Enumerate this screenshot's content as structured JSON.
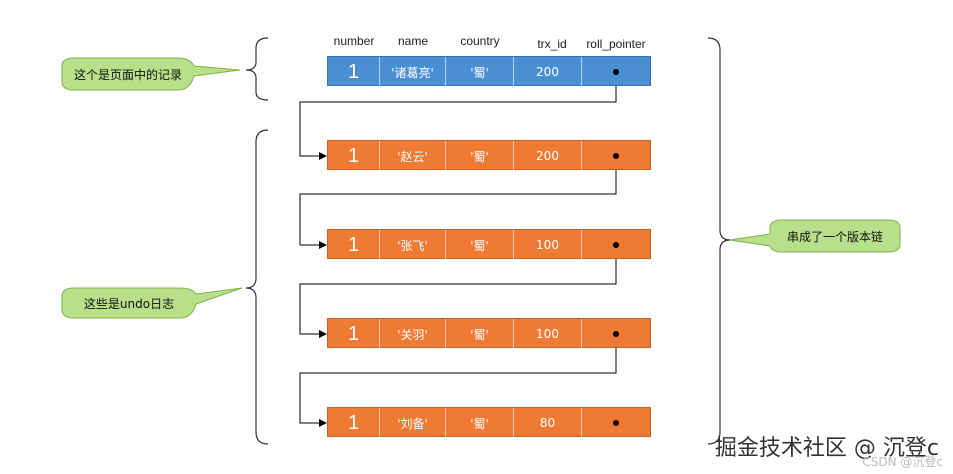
{
  "headers": {
    "number": "number",
    "name": "name",
    "country": "country",
    "trx_id": "trx_id",
    "roll_pointer": "roll_pointer"
  },
  "records": [
    {
      "number": "1",
      "name": "'诸葛亮'",
      "country": "'蜀'",
      "trx_id": "200",
      "color": "#4a8fd2"
    },
    {
      "number": "1",
      "name": "'赵云'",
      "country": "'蜀'",
      "trx_id": "200",
      "color": "#ee7a34"
    },
    {
      "number": "1",
      "name": "'张飞'",
      "country": "'蜀'",
      "trx_id": "100",
      "color": "#ee7a34"
    },
    {
      "number": "1",
      "name": "'关羽'",
      "country": "'蜀'",
      "trx_id": "100",
      "color": "#ee7a34"
    },
    {
      "number": "1",
      "name": "'刘备'",
      "country": "'蜀'",
      "trx_id": "80",
      "color": "#ee7a34"
    }
  ],
  "callouts": {
    "page_record": "这个是页面中的记录",
    "undo_log": "这些是undo日志",
    "version_chain": "串成了一个版本链"
  },
  "colors": {
    "bubble_fill": "#b8e08a",
    "bubble_stroke": "#7fb04a",
    "current_record": "#4a8fd2",
    "undo_record": "#ee7a34"
  },
  "watermark": {
    "main": "掘金技术社区 @ 沉登c",
    "sub": "CSDN @沉登c"
  }
}
